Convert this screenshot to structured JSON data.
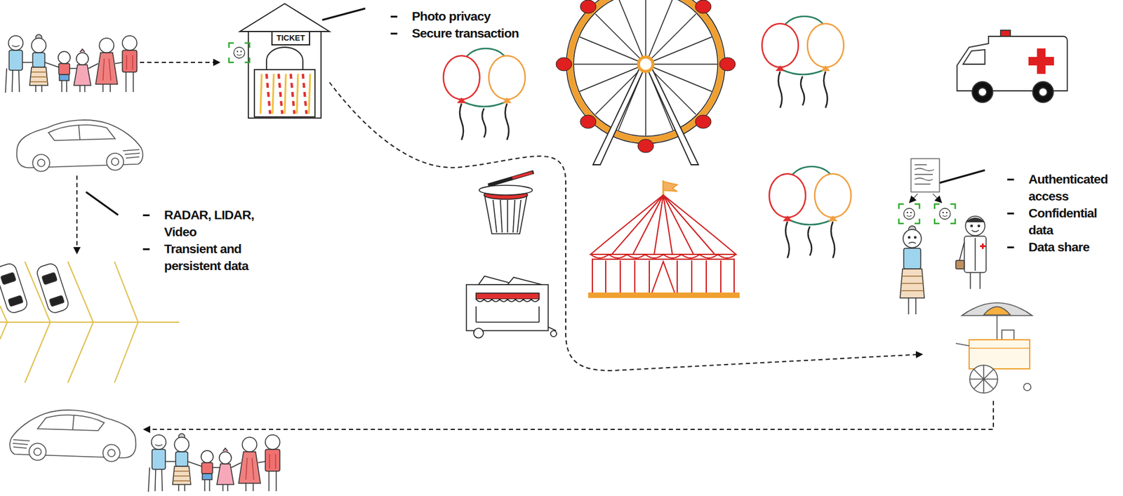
{
  "diagram": {
    "nodes": [
      {
        "text": [
          "TICKET"
        ]
      }
    ],
    "labels": [
      "Photo privacy",
      "Secure transaction",
      "RADAR, LIDAR, Video",
      "Transient and persistent data",
      "Authenticated access",
      "Confidential data",
      "Data share"
    ]
  }
}
